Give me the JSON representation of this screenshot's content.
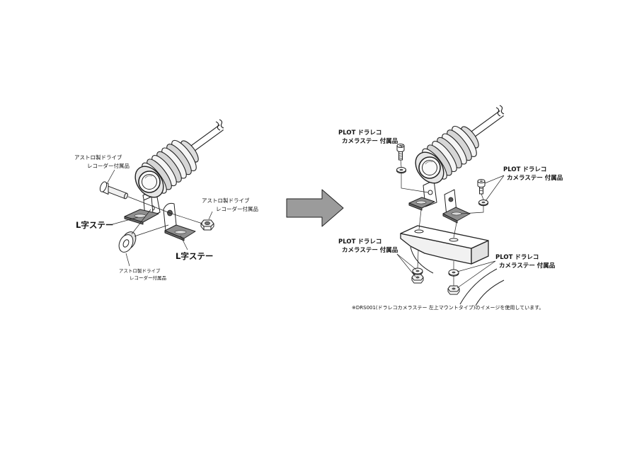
{
  "left_assembly": {
    "bolt_note": {
      "line1": "アストロ製ドライブ",
      "line2": "レコーダー付属品"
    },
    "nut_note": {
      "line1": "アストロ製ドライブ",
      "line2": "レコーダー付属品"
    },
    "ring_note": {
      "line1": "アストロ製ドライブ",
      "line2": "レコーダー付属品"
    },
    "stay_label_left": "L字ステー",
    "stay_label_right": "L字ステー"
  },
  "right_assembly": {
    "top_bolt_note": {
      "line1": "PLOT ドラレコ",
      "line2": "カメラステー 付属品"
    },
    "right_bolt_note": {
      "line1": "PLOT ドラレコ",
      "line2": "カメラステー 付属品"
    },
    "bottom_left_nut_note": {
      "line1": "PLOT ドラレコ",
      "line2": "カメラステー 付属品"
    },
    "bottom_right_nut_note": {
      "line1": "PLOT ドラレコ",
      "line2": "カメラステー 付属品"
    }
  },
  "footnote": "※DRS001(ドラレコカメラステー 左上マウントタイプ)のイメージを使用しています。",
  "colors": {
    "arrow_fill": "#9b9b9b",
    "stay_plate_fill": "#8e8e8e",
    "line": "#222222"
  }
}
